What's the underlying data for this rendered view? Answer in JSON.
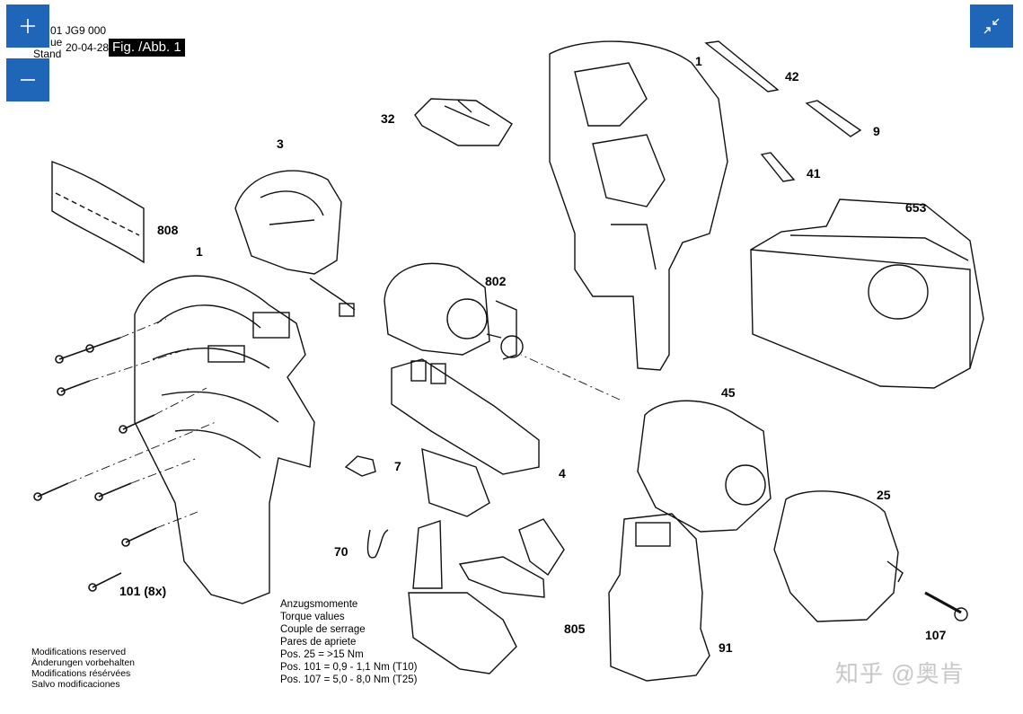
{
  "header": {
    "doc_number": "01 JG9 000",
    "issue_label": "ue",
    "stand_label": "Stand",
    "date": "20-04-28",
    "figure_label": "Fig. /Abb. 1"
  },
  "controls": {
    "zoom_in_icon": "plus-icon",
    "zoom_out_icon": "minus-icon",
    "collapse_icon": "collapse-arrows-icon",
    "accent_color": "#1f65b8"
  },
  "parts": [
    {
      "id": "1a",
      "label": "1"
    },
    {
      "id": "1b",
      "label": "1"
    },
    {
      "id": "3",
      "label": "3"
    },
    {
      "id": "4",
      "label": "4"
    },
    {
      "id": "7",
      "label": "7"
    },
    {
      "id": "9",
      "label": "9"
    },
    {
      "id": "25",
      "label": "25"
    },
    {
      "id": "32",
      "label": "32"
    },
    {
      "id": "41",
      "label": "41"
    },
    {
      "id": "42",
      "label": "42"
    },
    {
      "id": "45",
      "label": "45"
    },
    {
      "id": "70",
      "label": "70"
    },
    {
      "id": "91",
      "label": "91"
    },
    {
      "id": "101",
      "label": "101 (8x)"
    },
    {
      "id": "107",
      "label": "107"
    },
    {
      "id": "653",
      "label": "653"
    },
    {
      "id": "802",
      "label": "802"
    },
    {
      "id": "805",
      "label": "805"
    },
    {
      "id": "808",
      "label": "808"
    }
  ],
  "torque_notes": {
    "lines": [
      "Anzugsmomente",
      "Torque values",
      "Couple de serrage",
      "Pares de apriete",
      "Pos. 25   = >15 Nm",
      "Pos. 101 = 0,9 - 1,1 Nm (T10)",
      "Pos. 107 = 5,0 - 8,0 Nm (T25)"
    ]
  },
  "modifications": {
    "lines": [
      "Modifications reserved",
      "Änderungen vorbehalten",
      "Modifications résérvées",
      "Salvo modificaciones"
    ]
  },
  "watermark": "知乎 @奥肯"
}
